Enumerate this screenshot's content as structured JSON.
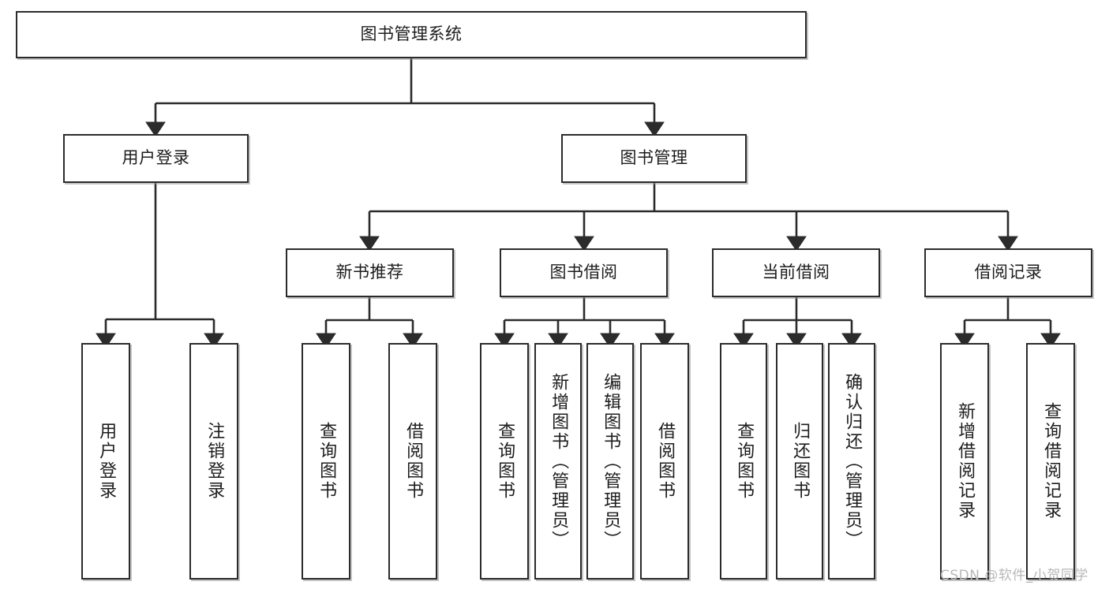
{
  "diagram": {
    "title": "图书管理系统",
    "type": "tree-hierarchy",
    "watermark": "CSDN @软件_小贺同学",
    "root": {
      "id": "root",
      "label": "图书管理系统"
    },
    "level2": [
      {
        "id": "user-login",
        "label": "用户登录"
      },
      {
        "id": "book-manage",
        "label": "图书管理"
      }
    ],
    "level3": [
      {
        "id": "new-book-recommend",
        "label": "新书推荐",
        "parent": "book-manage"
      },
      {
        "id": "book-borrow",
        "label": "图书借阅",
        "parent": "book-manage"
      },
      {
        "id": "current-borrow",
        "label": "当前借阅",
        "parent": "book-manage"
      },
      {
        "id": "borrow-record",
        "label": "借阅记录",
        "parent": "book-manage"
      }
    ],
    "leaves": {
      "user_login": [
        {
          "id": "leaf-user-login",
          "label": "用户登录"
        },
        {
          "id": "leaf-logout",
          "label": "注销登录"
        }
      ],
      "new_book_recommend": [
        {
          "id": "leaf-query-book-1",
          "label": "查询图书"
        },
        {
          "id": "leaf-borrow-book-1",
          "label": "借阅图书"
        }
      ],
      "book_borrow": [
        {
          "id": "leaf-query-book-2",
          "label": "查询图书"
        },
        {
          "id": "leaf-add-book",
          "label": "新增图书（管理员）"
        },
        {
          "id": "leaf-edit-book",
          "label": "编辑图书（管理员）"
        },
        {
          "id": "leaf-borrow-book-2",
          "label": "借阅图书"
        }
      ],
      "current_borrow": [
        {
          "id": "leaf-query-book-3",
          "label": "查询图书"
        },
        {
          "id": "leaf-return-book",
          "label": "归还图书"
        },
        {
          "id": "leaf-confirm-return",
          "label": "确认归还（管理员）"
        }
      ],
      "borrow_record": [
        {
          "id": "leaf-add-record",
          "label": "新增借阅记录"
        },
        {
          "id": "leaf-query-record",
          "label": "查询借阅记录"
        }
      ]
    },
    "colors": {
      "stroke": "#2b2b2b",
      "fill": "#ffffff",
      "text": "#1d1d1d",
      "watermark": "#b8b8b8"
    }
  }
}
